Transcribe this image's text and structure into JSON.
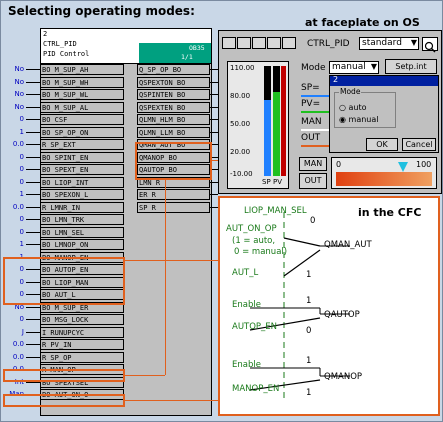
{
  "title": "Selecting operating modes:",
  "faceplate_caption": "at faceplate on OS",
  "cfc_caption": "in the CFC",
  "block": {
    "header_line1": "2",
    "header_line2": "CTRL_PID",
    "header_line3": "PID Control",
    "ob_label": "OB35",
    "ob_value": "1/1",
    "inputs": [
      {
        "value": "No",
        "name": "BO M_SUP_AH"
      },
      {
        "value": "No",
        "name": "BO M_SUP_WH"
      },
      {
        "value": "No",
        "name": "BO M_SUP_WL"
      },
      {
        "value": "No",
        "name": "BO M_SUP_AL"
      },
      {
        "value": "0",
        "name": "BO CSF"
      },
      {
        "value": "1",
        "name": "BO SP_OP_ON"
      },
      {
        "value": "0.0",
        "name": "R  SP_EXT"
      },
      {
        "value": "0",
        "name": "BO SPINT_EN"
      },
      {
        "value": "0",
        "name": "BO SPEXT_EN"
      },
      {
        "value": "0",
        "name": "BO LIOP_INT"
      },
      {
        "value": "1",
        "name": "BO SPEXON_L"
      },
      {
        "value": "0.0",
        "name": "R  LMNR_IN"
      },
      {
        "value": "0",
        "name": "BO LMN_TRK"
      },
      {
        "value": "0",
        "name": "BO LMN_SEL"
      },
      {
        "value": "1",
        "name": "BO LMNOP_ON"
      },
      {
        "value": "1",
        "name": "BO MANOP_EN"
      },
      {
        "value": "0",
        "name": "BO AUTOP_EN"
      },
      {
        "value": "0",
        "name": "BO LIOP_MAN"
      },
      {
        "value": "0",
        "name": "BO AUT_L"
      },
      {
        "value": "No",
        "name": "BO M_SUP_ER"
      },
      {
        "value": "0",
        "name": "BO MSG_LOCK"
      },
      {
        "value": "J",
        "name": "I  RUNUPCYC"
      },
      {
        "value": "0.0",
        "name": "R  PV_IN"
      },
      {
        "value": "0.0",
        "name": "R  SP_OP"
      },
      {
        "value": "0.0",
        "name": "R  MAN_OP"
      },
      {
        "value": "Int",
        "name": "BO SPEXTSEL"
      },
      {
        "value": "Man",
        "name": "BO AUT_ON_O"
      }
    ],
    "outputs": [
      {
        "name": "Q_SP_OP BO"
      },
      {
        "name": "QSPEXTON BO"
      },
      {
        "name": "QSPINTEN BO"
      },
      {
        "name": "QSPEXTEN BO"
      },
      {
        "name": "QLMN_HLM BO"
      },
      {
        "name": "QLMN_LLM BO"
      },
      {
        "name": "QMAN_AUT BO"
      },
      {
        "name": "QMANOP BO"
      },
      {
        "name": "QAUTOP BO"
      },
      {
        "name": "LMN  R"
      },
      {
        "name": "ER   R"
      },
      {
        "name": "SP   R"
      }
    ]
  },
  "faceplate": {
    "ctrl_label": "CTRL_PID",
    "view_select": "standard",
    "mode_label": "Mode",
    "mode_value": "manual",
    "setp_label": "Setp.int",
    "inset_value": "2",
    "inset_title": "Mode",
    "opt_auto": "auto",
    "opt_manual": "manual",
    "ok_label": "OK",
    "cancel_label": "Cancel",
    "bar_max": "110.00",
    "bar_80": "80.00",
    "bar_50": "50.00",
    "bar_20": "20.00",
    "bar_min": "-10.00",
    "sp_label": "SP",
    "pv_label": "PV",
    "legend_sp": "SP=",
    "legend_pv": "PV=",
    "legend_man": "MAN",
    "legend_out": "OUT",
    "man_label": "MAN",
    "out_label": "OUT",
    "slider_min": "0",
    "slider_max": "100",
    "colors": {
      "sp": "#2080ff",
      "pv": "#20c020",
      "man": "#ffffff",
      "out": "#e06020"
    }
  },
  "cfc": {
    "liop_man_sel": "LIOP_MAN_SEL",
    "aut_on_op": "AUT_ON_OP",
    "aut_note1": "(1 = auto,",
    "aut_note2": "0 = manual)",
    "aut_l": "AUT_L",
    "enable1": "Enable",
    "autop_en": "AUTOP_EN",
    "enable2": "Enable",
    "manop_en": "MANOP_EN",
    "qman_aut": "QMAN_AUT",
    "qautop": "QAUTOP",
    "qmanop": "QMANOP",
    "n0a": "0",
    "n1a": "1",
    "n0b": "0",
    "n1b": "1",
    "n1c": "1",
    "n1d": "1"
  }
}
